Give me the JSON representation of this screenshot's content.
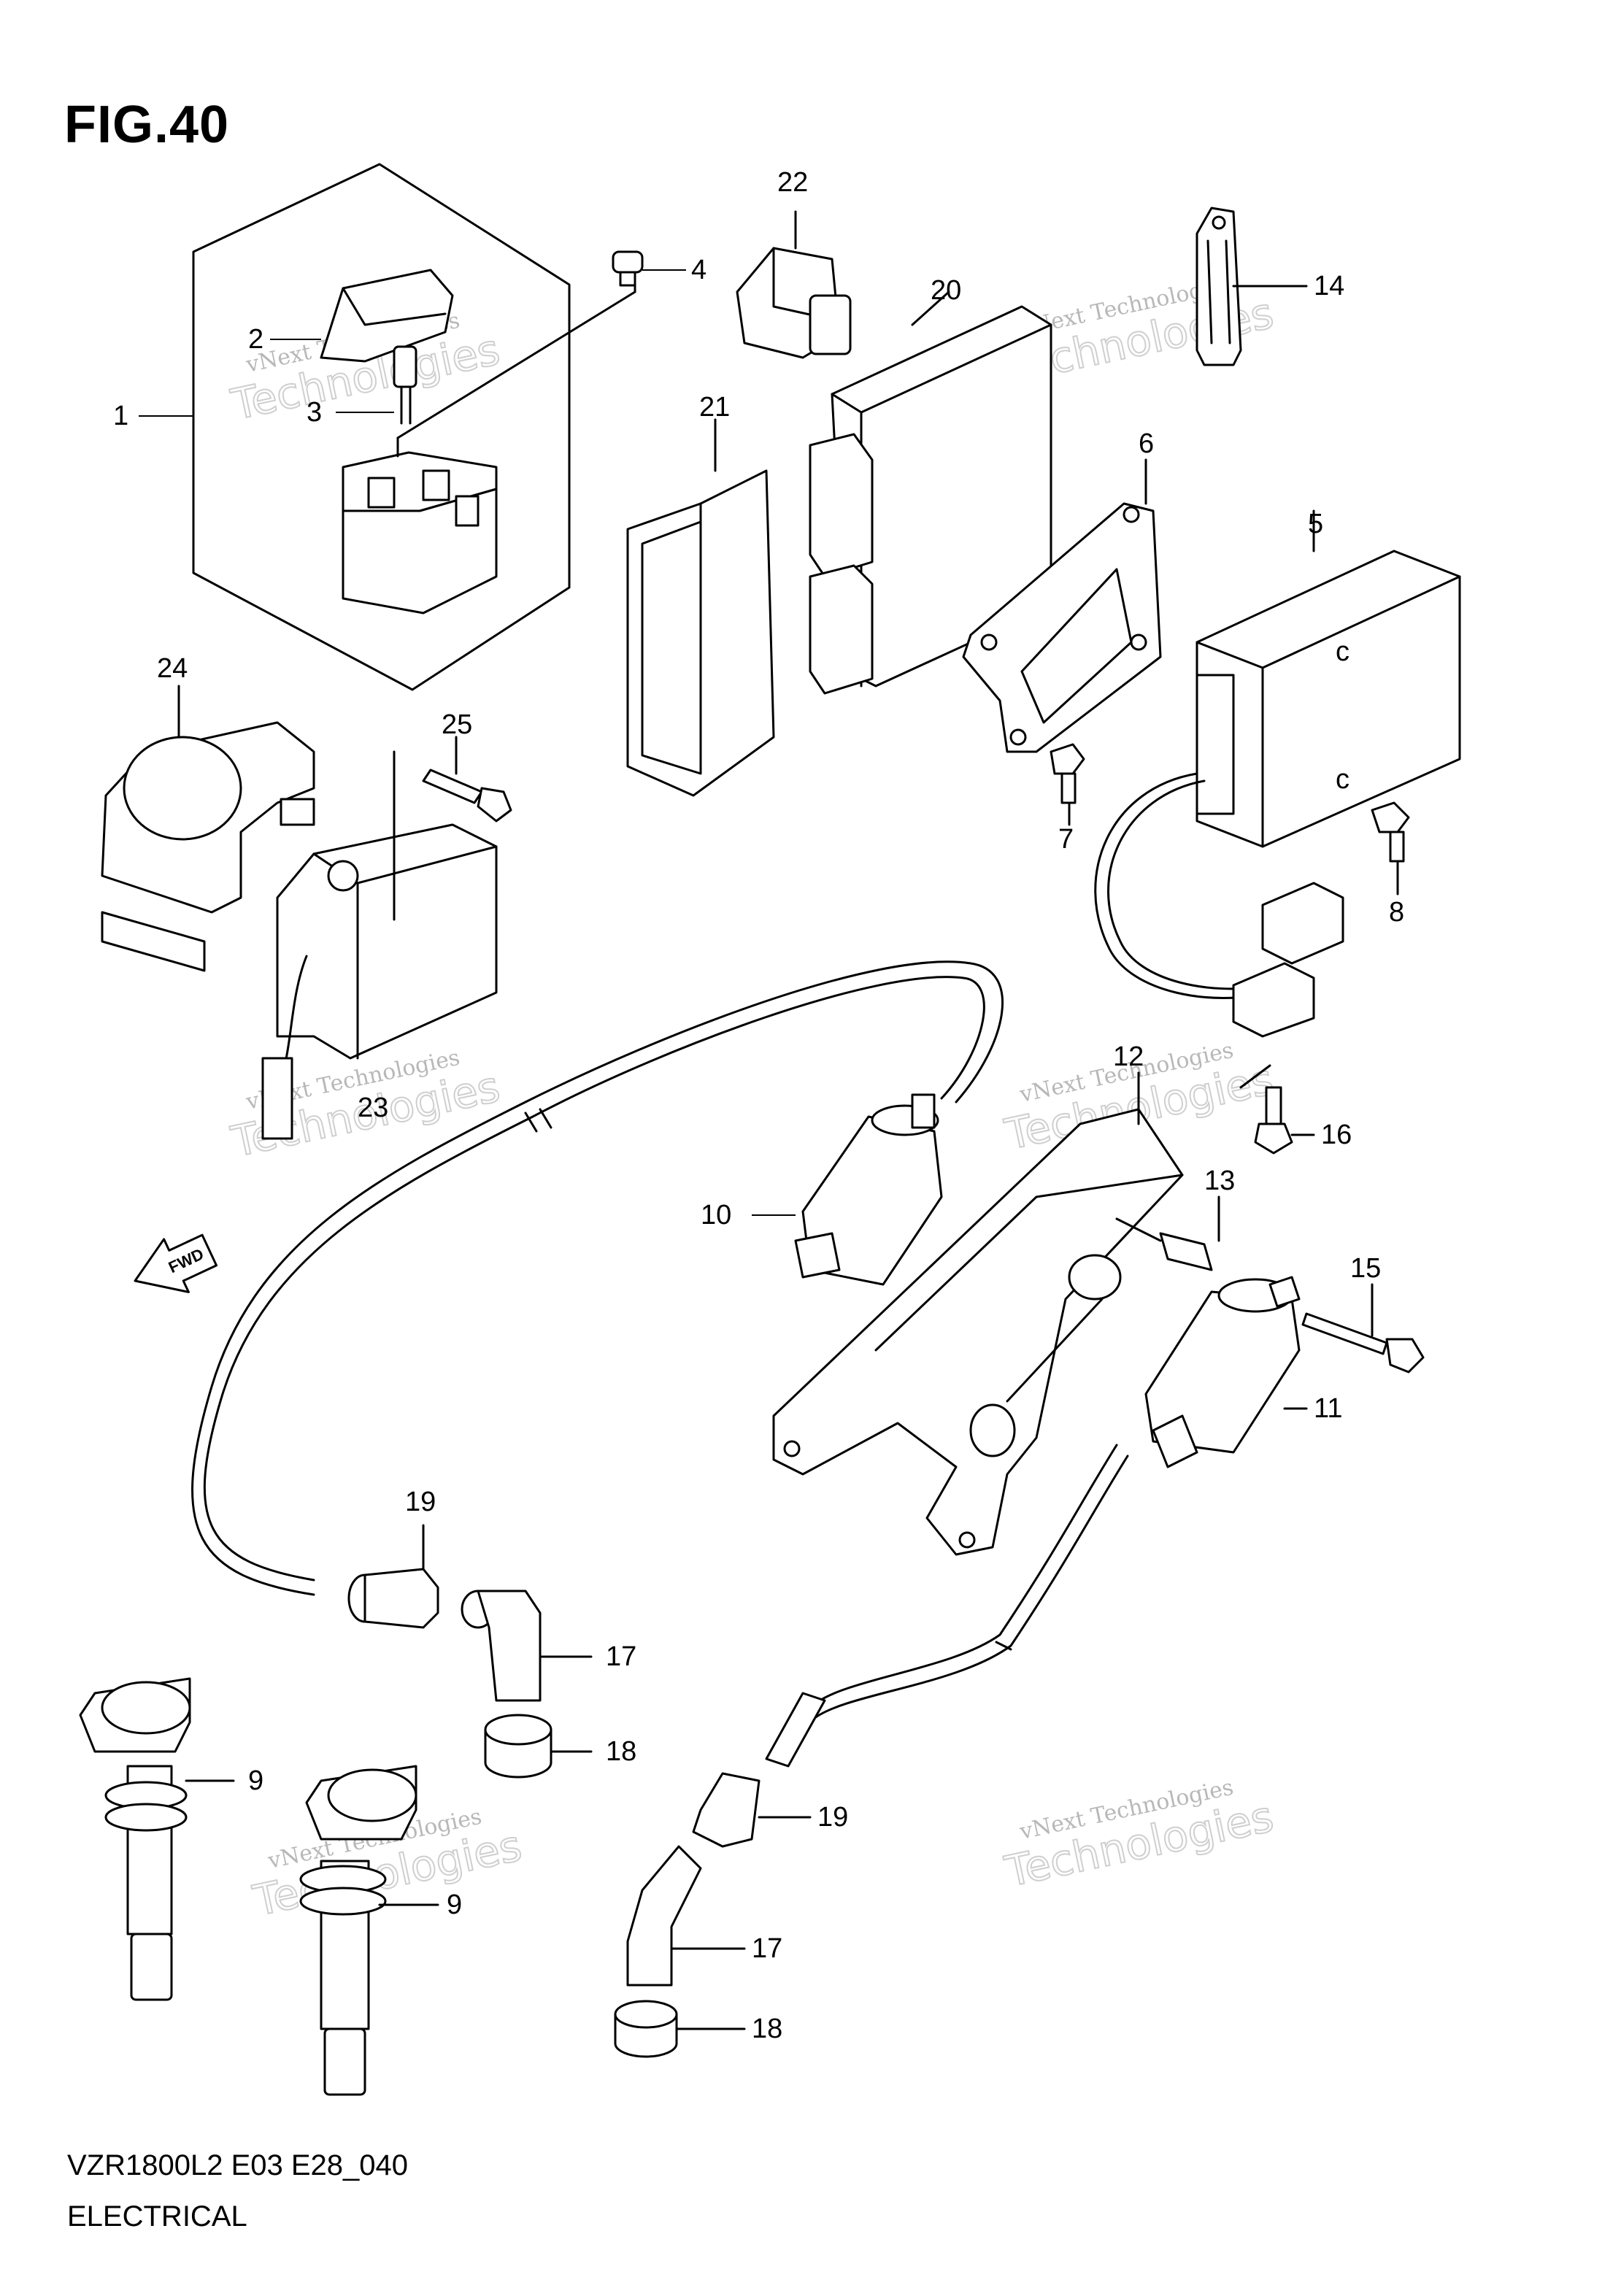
{
  "figure": {
    "title": "FIG.40",
    "code": "VZR1800L2 E03 E28_040",
    "subtitle": "ELECTRICAL"
  },
  "direction_badge": "FWD",
  "watermark": {
    "line1": "vNext Technologies",
    "line2": "Technologies"
  },
  "callouts": [
    "1",
    "2",
    "3",
    "4",
    "5",
    "6",
    "7",
    "8",
    "9",
    "9",
    "10",
    "11",
    "12",
    "13",
    "14",
    "15",
    "16",
    "17",
    "17",
    "18",
    "18",
    "19",
    "19",
    "20",
    "21",
    "22",
    "23",
    "24",
    "25"
  ]
}
